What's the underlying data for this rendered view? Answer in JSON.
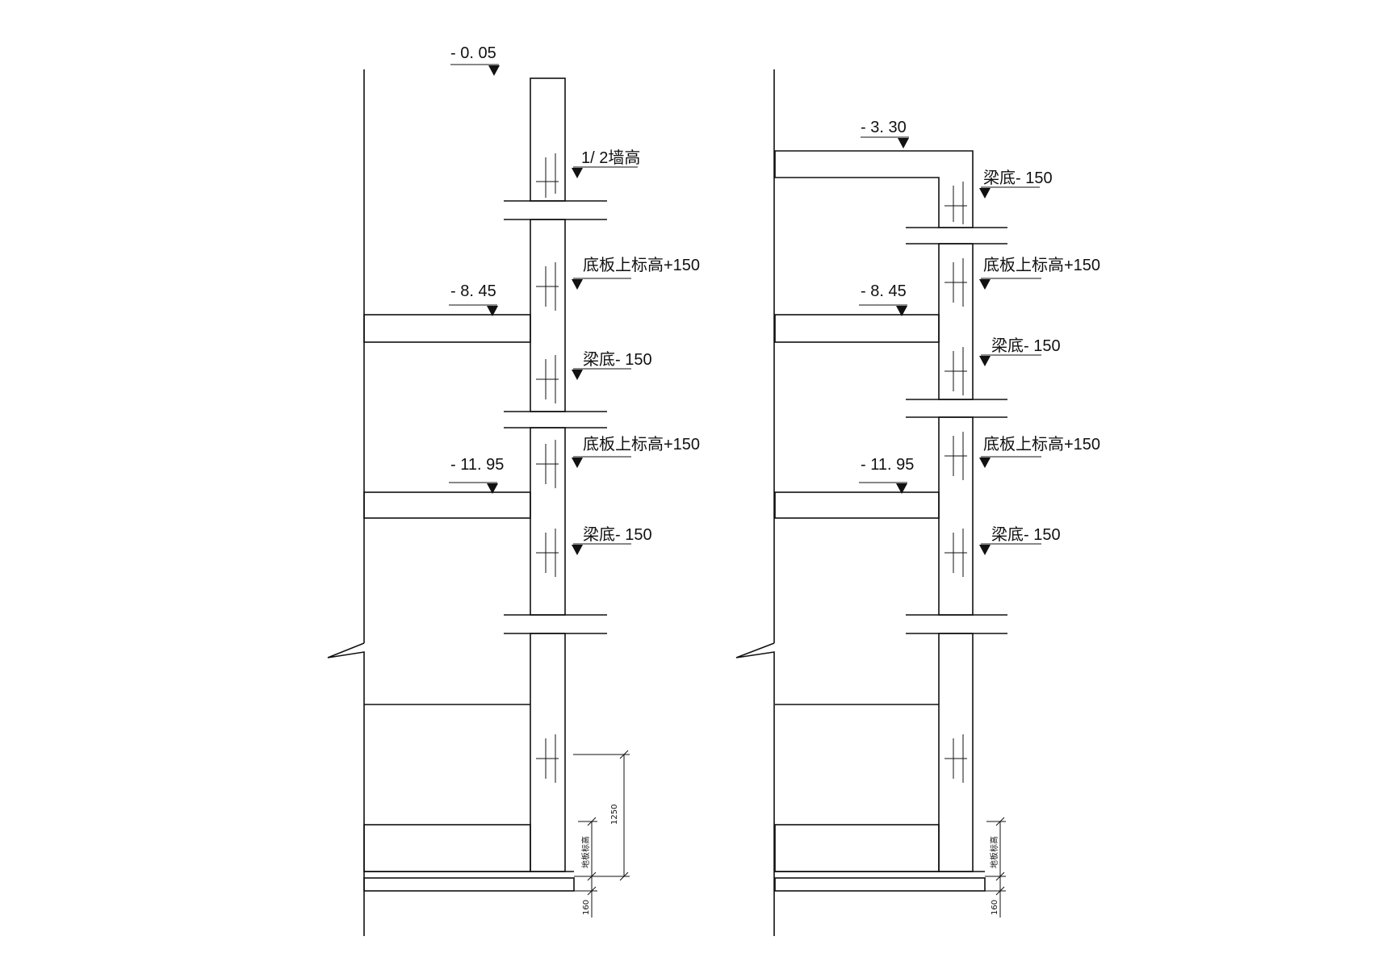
{
  "left_section": {
    "labels": {
      "top_level": "- 0. 05",
      "half_wall": "1/ 2墙高",
      "slab_above_1": "底板上标高+150",
      "level_2": "- 8. 45",
      "beam_bottom_1": "梁底- 150",
      "slab_above_2": "底板上标高+150",
      "level_3": "- 11. 95",
      "beam_bottom_2": "梁底- 150"
    },
    "dimensions": {
      "dim_1250": "1250",
      "floor_level": "地板标高",
      "dim_160": "160"
    }
  },
  "right_section": {
    "labels": {
      "top_level": "- 3. 30",
      "beam_bottom_0": "梁底- 150",
      "slab_above_1": "底板上标高+150",
      "level_2": "- 8. 45",
      "beam_bottom_1": "梁底- 150",
      "slab_above_2": "底板上标高+150",
      "level_3": "- 11. 95",
      "beam_bottom_2": "梁底- 150"
    },
    "dimensions": {
      "floor_level": "地板标高",
      "dim_160": "160"
    }
  }
}
